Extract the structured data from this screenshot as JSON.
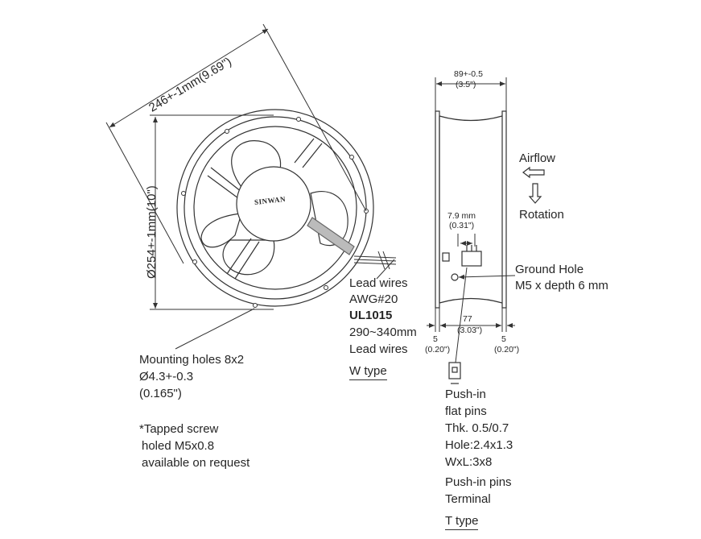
{
  "brand": "SINWAN",
  "dimensions": {
    "diagonal": "246+-1mm(9.69\")",
    "diameter": "Ø254+-1mm(10\")",
    "depth_mm": "89+-0.5",
    "depth_in": "(3.5\")",
    "pin_mm": "7.9 mm",
    "pin_in": "(0.31\")",
    "inner_mm": "77",
    "inner_in": "(3.03\")",
    "edge_left_mm": "5",
    "edge_left_in": "(0.20\")",
    "edge_right_mm": "5",
    "edge_right_in": "(0.20\")"
  },
  "labels": {
    "airflow": "Airflow",
    "rotation": "Rotation",
    "ground_hole_1": "Ground Hole",
    "ground_hole_2": "M5 x depth 6 mm",
    "mount_1": "Mounting holes 8x2",
    "mount_2": "Ø4.3+-0.3",
    "mount_3": "(0.165\")",
    "tapped_1": "*Tapped screw",
    "tapped_2": "holed M5x0.8",
    "tapped_3": "available on request"
  },
  "w_type": {
    "lines": [
      "Lead wires",
      "AWG#20",
      "UL1015",
      "290~340mm",
      "Lead wires"
    ],
    "title": "W type"
  },
  "t_type": {
    "lines": [
      "Push-in",
      "flat pins",
      "Thk. 0.5/0.7",
      "Hole:2.4x1.3",
      "WxL:3x8",
      "Push-in pins",
      "Terminal"
    ],
    "title": "T type"
  }
}
